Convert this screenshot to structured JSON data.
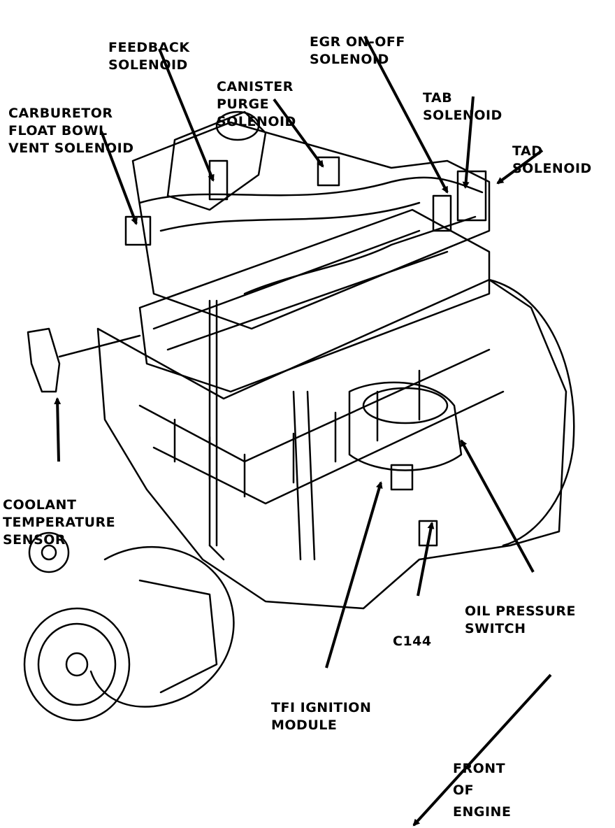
{
  "labels": {
    "feedback_solenoid": [
      "FEEDBACK",
      "SOLENOID"
    ],
    "egr_solenoid": [
      "EGR ON-OFF",
      "SOLENOID"
    ],
    "canister_purge": [
      "CANISTER",
      "PURGE",
      "SOLENOID"
    ],
    "tab_solenoid": [
      "TAB",
      "SOLENOID"
    ],
    "tad_solenoid": [
      "TAD",
      "SOLENOID"
    ],
    "carb_vent": [
      "CARBURETOR",
      "FLOAT BOWL",
      "VENT SOLENOID"
    ],
    "coolant_sensor": [
      "COOLANT",
      "TEMPERATURE",
      "SENSOR"
    ],
    "oil_pressure": [
      "OIL PRESSURE",
      "SWITCH"
    ],
    "c144": [
      "C144"
    ],
    "tfi_module": [
      "TFI IGNITION",
      "MODULE"
    ],
    "front_engine": [
      "FRONT",
      "OF",
      "ENGINE"
    ]
  },
  "colors": {
    "ink": "#000000",
    "paper": "#ffffff"
  }
}
